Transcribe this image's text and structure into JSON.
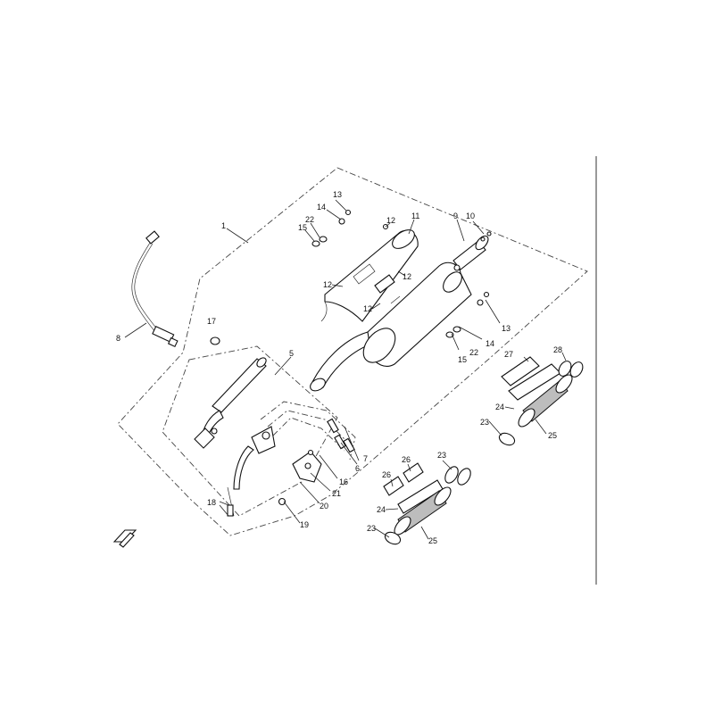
{
  "callouts": {
    "c1": "1",
    "c5": "5",
    "c6": "6",
    "c7": "7",
    "c8": "8",
    "c9": "9",
    "c10": "10",
    "c11": "11",
    "c12a": "12",
    "c12b": "12",
    "c12c": "12",
    "c12d": "12",
    "c13a": "13",
    "c13b": "13",
    "c14a": "14",
    "c14b": "14",
    "c15a": "15",
    "c15b": "15",
    "c16": "16",
    "c17": "17",
    "c18": "18",
    "c19": "19",
    "c20": "20",
    "c21": "21",
    "c22a": "22",
    "c22b": "22",
    "c23a": "23",
    "c23b": "23",
    "c23c": "23",
    "c24a": "24",
    "c24b": "24",
    "c25a": "25",
    "c25b": "25",
    "c26a": "26",
    "c26b": "26",
    "c27": "27",
    "c28": "28"
  }
}
